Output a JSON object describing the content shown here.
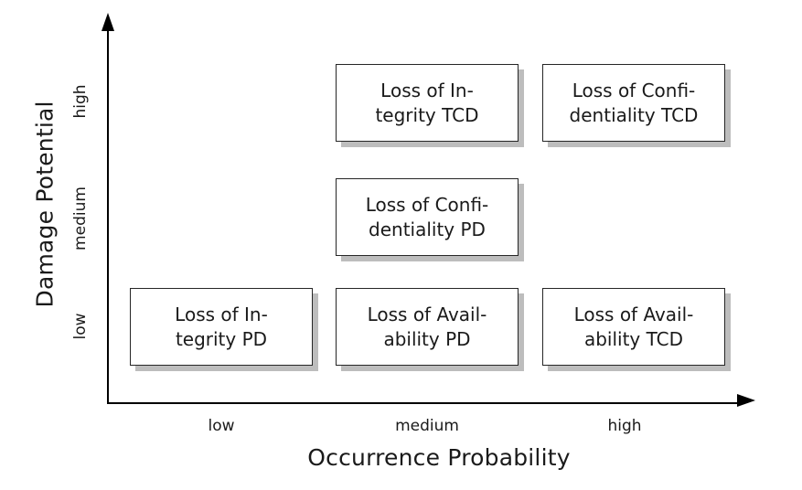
{
  "chart_data": {
    "type": "table",
    "title": "",
    "xlabel": "Occurrence Probability",
    "ylabel": "Damage Potential",
    "x_ticks": [
      "low",
      "medium",
      "high"
    ],
    "y_ticks": [
      "low",
      "medium",
      "high"
    ],
    "grid": false,
    "legend": "none",
    "cells": [
      {
        "x": "medium",
        "y": "high",
        "line1": "Loss of In-",
        "line2": "tegrity TCD"
      },
      {
        "x": "high",
        "y": "high",
        "line1": "Loss of Confi-",
        "line2": "dentiality TCD"
      },
      {
        "x": "medium",
        "y": "medium",
        "line1": "Loss of Confi-",
        "line2": "dentiality PD"
      },
      {
        "x": "low",
        "y": "low",
        "line1": "Loss of In-",
        "line2": "tegrity PD"
      },
      {
        "x": "medium",
        "y": "low",
        "line1": "Loss of Avail-",
        "line2": "ability PD"
      },
      {
        "x": "high",
        "y": "low",
        "line1": "Loss of Avail-",
        "line2": "ability TCD"
      }
    ]
  },
  "axes": {
    "y_title": "Damage Potential",
    "x_title": "Occurrence Probability",
    "y_ticks": {
      "low": "low",
      "medium": "medium",
      "high": "high"
    },
    "x_ticks": {
      "low": "low",
      "medium": "medium",
      "high": "high"
    }
  },
  "boxes": {
    "integrity_tcd": {
      "line1": "Loss of In-",
      "line2": "tegrity TCD"
    },
    "confidentiality_tcd": {
      "line1": "Loss of Confi-",
      "line2": "dentiality TCD"
    },
    "confidentiality_pd": {
      "line1": "Loss of Confi-",
      "line2": "dentiality PD"
    },
    "integrity_pd": {
      "line1": "Loss of In-",
      "line2": "tegrity PD"
    },
    "availability_pd": {
      "line1": "Loss of Avail-",
      "line2": "ability PD"
    },
    "availability_tcd": {
      "line1": "Loss of Avail-",
      "line2": "ability TCD"
    }
  },
  "colors": {
    "axis": "#000000",
    "box_border": "#262626",
    "box_fill": "#ffffff",
    "box_shadow": "#bdbdbd",
    "text": "#1a1a1a",
    "background": "#ffffff"
  }
}
